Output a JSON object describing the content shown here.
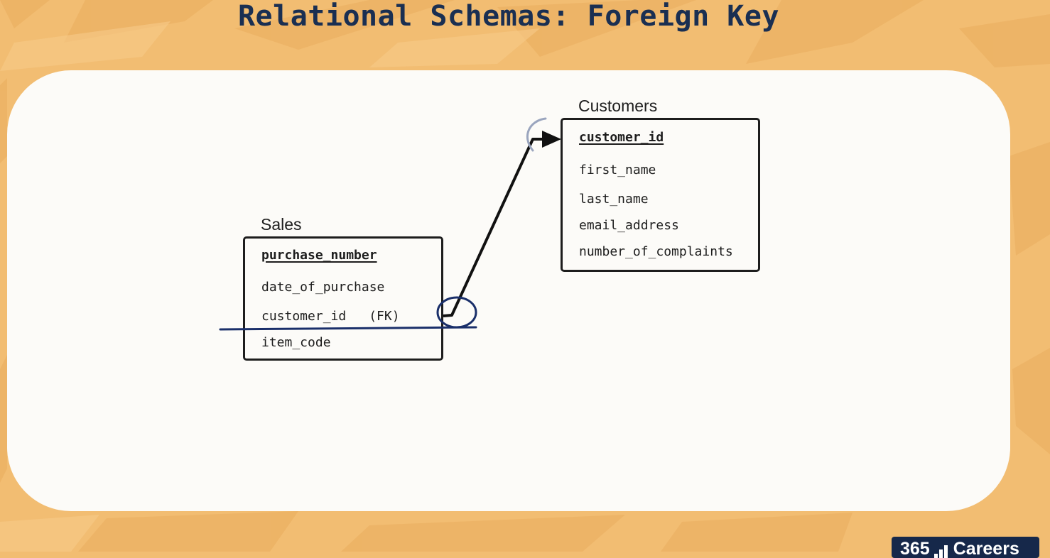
{
  "slide": {
    "title": "Relational Schemas: Foreign Key"
  },
  "colors": {
    "background": "#f2bd72",
    "panel": "#fcfbf8",
    "title": "#1a2f52",
    "annotation_pen": "#1a2f6a",
    "entity_border": "#1d1d1d"
  },
  "tables": {
    "sales": {
      "name": "Sales",
      "primary_key": "purchase_number",
      "fields": [
        "date_of_purchase",
        "customer_id",
        "item_code"
      ],
      "fk_field": "customer_id",
      "fk_tag": "(FK)"
    },
    "customers": {
      "name": "Customers",
      "primary_key": "customer_id",
      "fields": [
        "first_name",
        "last_name",
        "email_address",
        "number_of_complaints"
      ]
    }
  },
  "relationship": {
    "from": "Sales.customer_id",
    "to": "Customers.customer_id",
    "arrow": "filled-arrowhead"
  },
  "annotations": [
    "circle-around-fk-connector",
    "underline-fk-row",
    "partial-circle-near-pk"
  ],
  "logo": {
    "number": "365",
    "brand": "Careers"
  }
}
